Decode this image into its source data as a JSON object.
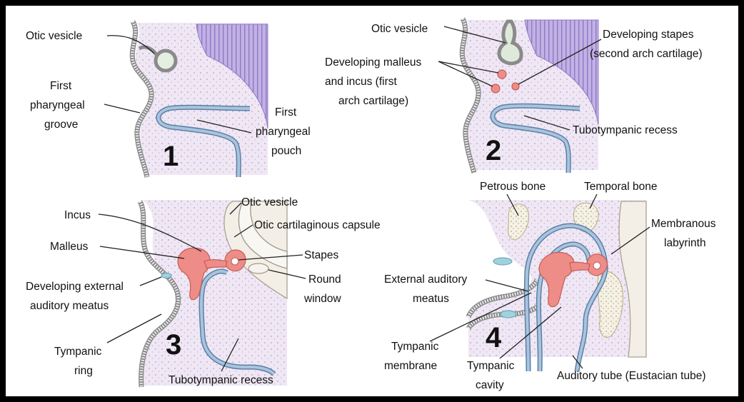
{
  "panels": {
    "p1": {
      "number": "1",
      "otic_vesicle": "Otic vesicle",
      "groove": [
        "First",
        "pharyngeal",
        "groove"
      ],
      "pouch": [
        "First",
        "pharyngeal",
        "pouch"
      ]
    },
    "p2": {
      "number": "2",
      "otic_vesicle": "Otic vesicle",
      "stapes": [
        "Developing stapes",
        "(second arch cartilage)"
      ],
      "malleus_incus": [
        "Developing malleus",
        "and incus (first",
        "arch cartilage)"
      ],
      "recess": "Tubotympanic recess"
    },
    "p3": {
      "number": "3",
      "otic_vesicle": "Otic vesicle",
      "capsule": "Otic cartilaginous capsule",
      "incus": "Incus",
      "malleus": "Malleus",
      "stapes": "Stapes",
      "round_window": [
        "Round",
        "window"
      ],
      "ext_meatus": [
        "Developing external",
        "auditory meatus"
      ],
      "ring": [
        "Tympanic",
        "ring"
      ],
      "recess": "Tubotympanic recess"
    },
    "p4": {
      "number": "4",
      "petrous": "Petrous bone",
      "temporal": "Temporal bone",
      "labyrinth": [
        "Membranous",
        "labyrinth"
      ],
      "ext_meatus": [
        "External auditory",
        "meatus"
      ],
      "membrane": [
        "Tympanic",
        "membrane"
      ],
      "cavity": [
        "Tympanic",
        "cavity"
      ],
      "tube": "Auditory tube (Eustacian tube)"
    }
  },
  "colors": {
    "tissue": "#efe7f4",
    "neural_tube": "#b9a6dd",
    "ectoderm": "#8a8a8a",
    "endoderm": "#5b7fa6",
    "ossicles": "#ee8c87",
    "cartilage": "#f3efe6"
  }
}
